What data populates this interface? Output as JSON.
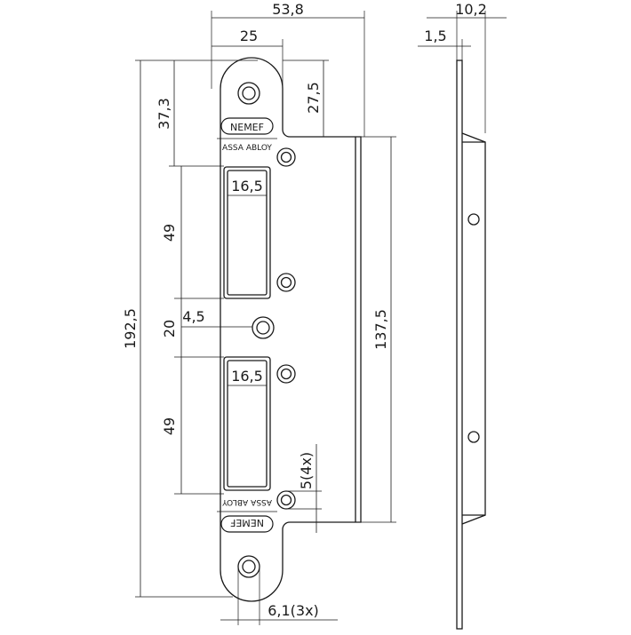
{
  "drawing": {
    "brand_name": "NEMEF",
    "brand_sub": "ASSA ABLOY",
    "dimensions": {
      "overall_width": "53,8",
      "upper_width": "25",
      "side_thickness": "10,2",
      "material_thickness": "1,5",
      "top_to_first": "37,3",
      "lip_offset": "27,5",
      "upper_slot_height": "49",
      "upper_slot_width": "16,5",
      "center_spacing": "20",
      "center_offset": "4,5",
      "lower_slot_height": "49",
      "lower_slot_width": "16,5",
      "overall_height": "192,5",
      "lip_height": "137,5",
      "screw_hole_dia": "5(4x)",
      "countersink_dia": "6,1(3x)"
    }
  }
}
